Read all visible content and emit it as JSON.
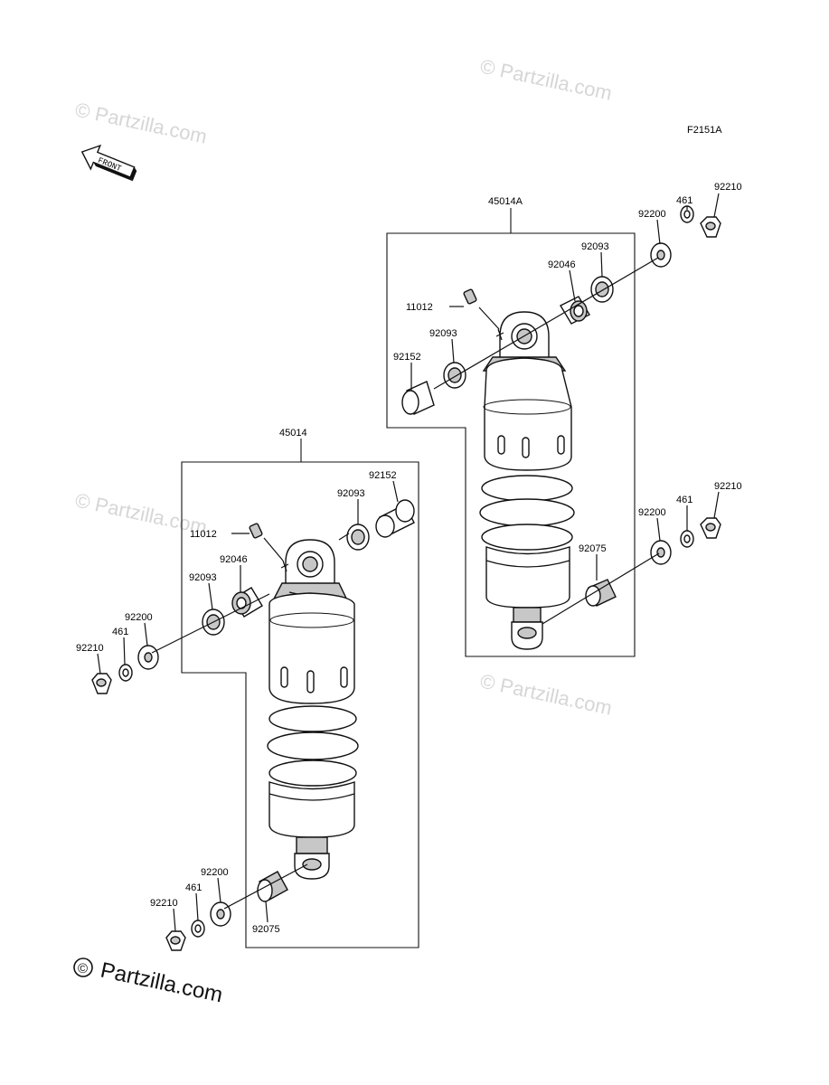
{
  "figure_code": "F2151A",
  "front_label": "FRONT",
  "watermark": "© Partzilla.com",
  "copyright_symbol": "©",
  "brand": "Partzilla.com",
  "assembly_left": {
    "part_number": "45014",
    "labels": {
      "bushing_top": "92152",
      "seal_top": "92093",
      "grease_fitting": "11012",
      "needle_bearing": "92046",
      "seal_outer": "92093",
      "washer_upper": "92200",
      "lockwasher_upper": "461",
      "nut_upper": "92210",
      "washer_lower": "92200",
      "lockwasher_lower": "461",
      "nut_lower": "92210",
      "collar_lower": "92075"
    }
  },
  "assembly_right": {
    "part_number": "45014A",
    "labels": {
      "nut_upper": "92210",
      "lockwasher_upper": "461",
      "washer_upper": "92200",
      "seal_outer": "92093",
      "needle_bearing": "92046",
      "grease_fitting": "11012",
      "seal_inner": "92093",
      "bushing": "92152",
      "nut_lower": "92210",
      "lockwasher_lower": "461",
      "washer_lower": "92200",
      "collar_lower": "92075"
    }
  }
}
